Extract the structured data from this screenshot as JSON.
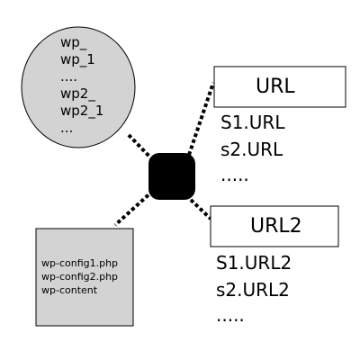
{
  "diagram": {
    "database": {
      "lines": [
        "wp_",
        "wp_1",
        "....",
        "wp2_",
        "wp2_1",
        "..."
      ],
      "fill": "#d3d3d3"
    },
    "config": {
      "lines": [
        "wp-config1.php",
        "wp-config2.php",
        "wp-content"
      ],
      "fill": "#d3d3d3"
    },
    "hub": {
      "fill": "#000000"
    },
    "site1": {
      "box_label": "URL",
      "items": [
        "S1.URL",
        "s2.URL",
        "....."
      ]
    },
    "site2": {
      "box_label": "URL2",
      "items": [
        "S1.URL2",
        "s2.URL2",
        "....."
      ]
    }
  }
}
